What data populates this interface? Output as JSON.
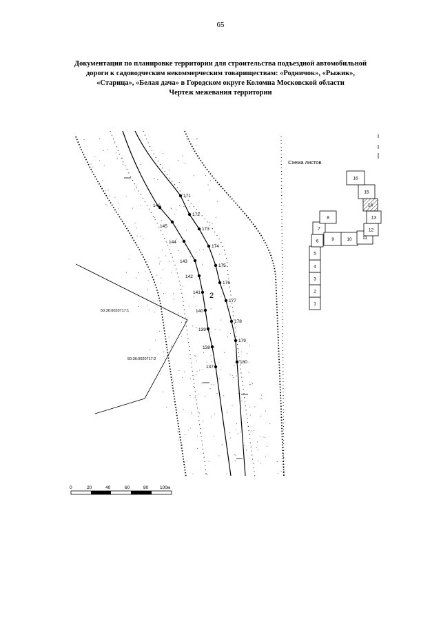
{
  "page_number": "65",
  "title_lines": [
    "Документация по планировке территории для строительства подъездной автомобильной",
    "дороги к садоводческим некоммерческим товариществам: «Родничок», «Рыжик»,",
    "«Старица», «Белая дача» в Городском округе Коломна Московской области",
    "Чертеж межевания территории"
  ],
  "map": {
    "parcel_label": "2",
    "cadastral_labels": [
      "50:36:0020717:1",
      "50:36:0020717:2"
    ],
    "left_points": [
      "146",
      "145",
      "144",
      "143",
      "142",
      "141",
      "140",
      "139",
      "138",
      "137"
    ],
    "right_points": [
      "171",
      "172",
      "173",
      "174",
      "175",
      "176",
      "177",
      "178",
      "179",
      "180"
    ]
  },
  "scale_bar": {
    "labels": [
      "0",
      "20",
      "40",
      "60",
      "80",
      "100м"
    ]
  },
  "sheet_scheme": {
    "title": "Схема листов",
    "sheets": [
      "1",
      "2",
      "3",
      "4",
      "5",
      "6",
      "7",
      "8",
      "9",
      "10",
      "11",
      "12",
      "13",
      "14",
      "15",
      "16"
    ],
    "current_sheet": "14"
  }
}
